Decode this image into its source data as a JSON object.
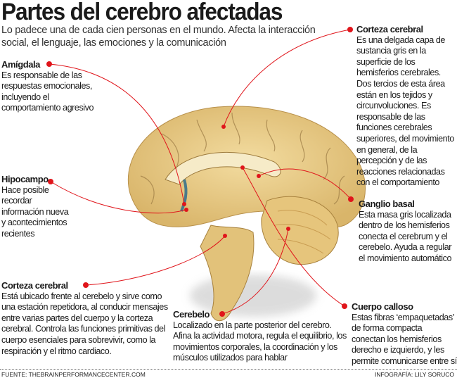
{
  "title": "Partes del cerebro afectadas",
  "subtitle": "Lo padece una de cada cien personas en el mundo. Afecta la interacción social, el lenguaje, las emociones y la comunicación",
  "labels": {
    "amigdala": {
      "title": "Amígdala",
      "text": "Es responsable de las respuestas emocionales, incluyendo el comportamiento agresivo"
    },
    "corteza_top": {
      "title": "Corteza cerebral",
      "text": "Es una delgada capa de sustancia gris en la superficie de los hemisferios cerebrales. Dos tercios de esta área están en los tejidos y circunvoluciones. Es responsable de las funciones cerebrales superiores, del movimiento en general, de la percepción y de las reacciones relacionadas con el comportamiento"
    },
    "hipocampo": {
      "title": "Hipocampo",
      "text": "Hace posible recordar información nueva y acontecimientos recientes"
    },
    "ganglio": {
      "title": "Ganglio basal",
      "text": "Esta masa gris localizada dentro de los hemisferios conecta el cerebrum y el cerebelo. Ayuda a regular el movimiento automático"
    },
    "corteza_bottom": {
      "title": "Corteza cerebral",
      "text": "Está ubicado frente al cerebelo y sirve como una estación repetidora, al conducir mensajes entre varias partes del cuerpo y la corteza cerebral. Controla las funciones primitivas del cuerpo esenciales para sobrevivir, como la respiración y el ritmo cardiaco."
    },
    "cerebelo": {
      "title": "Cerebelo",
      "text": "Localizado en la parte posterior del cerebro. Afina la actividad motora, regula el equilibrio, los movimientos corporales, la coordinación y los músculos utilizados para hablar"
    },
    "calloso": {
      "title": "Cuerpo calloso",
      "text": "Estas fibras ‘empaquetadas’ de forma compacta conectan los hemisferios derecho e izquierdo, y les permite comunicarse entre sí"
    }
  },
  "footer": {
    "source": "FUENTE: THEBRAINPERFORMANCECENTER.COM",
    "credit": "INFOGRAFÍA: LILY SORUCO"
  },
  "colors": {
    "accent": "#e0151b",
    "brain": "#e9cf8a"
  }
}
